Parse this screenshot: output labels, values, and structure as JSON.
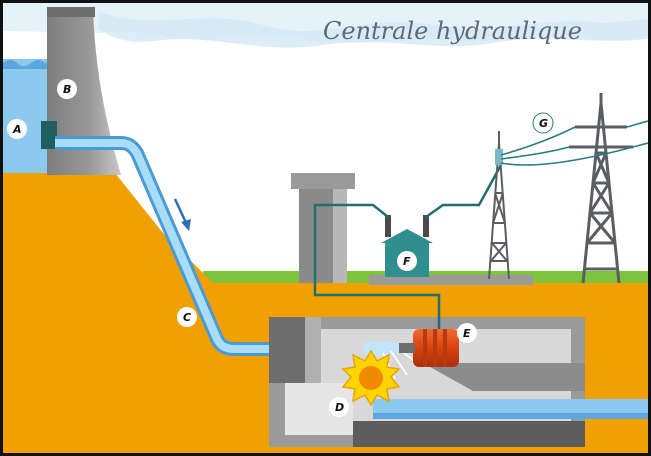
{
  "title": "Centrale hydraulique",
  "labels": {
    "A": "A",
    "B": "B",
    "C": "C",
    "D": "D",
    "E": "E",
    "F": "F",
    "G": "G"
  },
  "colors": {
    "sky_wave": "#d9ecf8",
    "water": "#8cc9ee",
    "pipe": "#6db6e6",
    "ground": "#f0a000",
    "grass": "#7cc43c",
    "dam": "#8a8a8a",
    "tower": "#6a6e73",
    "transformer": "#2f8f8f",
    "cable": "#1f6f6f",
    "generator": "#e04a14",
    "turbine": "#ffd400"
  }
}
